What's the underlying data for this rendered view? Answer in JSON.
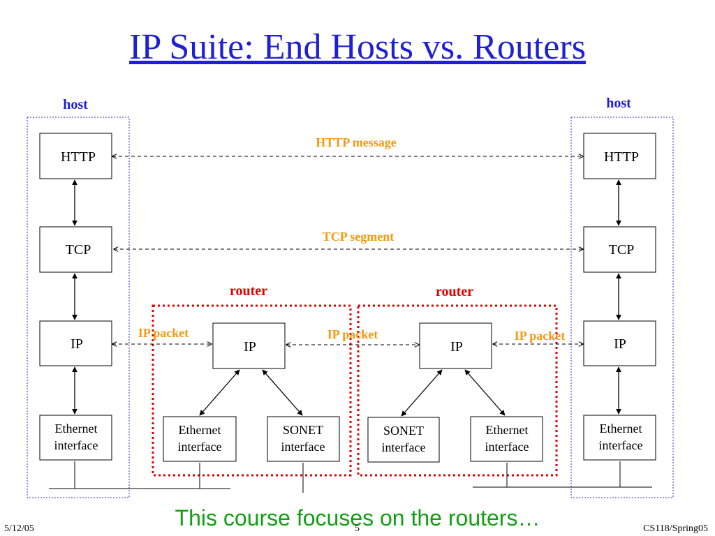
{
  "slide": {
    "title": "IP Suite: End Hosts vs. Routers",
    "caption": "This course focuses on the routers…",
    "footer_date": "5/12/05",
    "footer_page": "5",
    "footer_course": "CS118/Spring05"
  },
  "diagram": {
    "colors": {
      "host_label": "#1f1fd6",
      "router_label": "#e00000",
      "message_label": "#f39a12",
      "caption": "#11a011",
      "router_border": "#e00000",
      "host_border": "#2b2bd6"
    },
    "host_left_label": "host",
    "host_right_label": "host",
    "router_left_label": "router",
    "router_right_label": "router",
    "http_message": "HTTP message",
    "tcp_segment": "TCP segment",
    "ip_packet_1": "IP packet",
    "ip_packet_2": "IP packet",
    "ip_packet_3": "IP packet",
    "boxes": {
      "left_http": "HTTP",
      "left_tcp": "TCP",
      "left_ip": "IP",
      "left_eth_line1": "Ethernet",
      "left_eth_line2": "interface",
      "r1_ip": "IP",
      "r1_eth_line1": "Ethernet",
      "r1_eth_line2": "interface",
      "r1_sonet_line1": "SONET",
      "r1_sonet_line2": "interface",
      "r2_ip": "IP",
      "r2_sonet_line1": "SONET",
      "r2_sonet_line2": "interface",
      "r2_eth_line1": "Ethernet",
      "r2_eth_line2": "interface",
      "right_http": "HTTP",
      "right_tcp": "TCP",
      "right_ip": "IP",
      "right_eth_line1": "Ethernet",
      "right_eth_line2": "interface"
    }
  }
}
